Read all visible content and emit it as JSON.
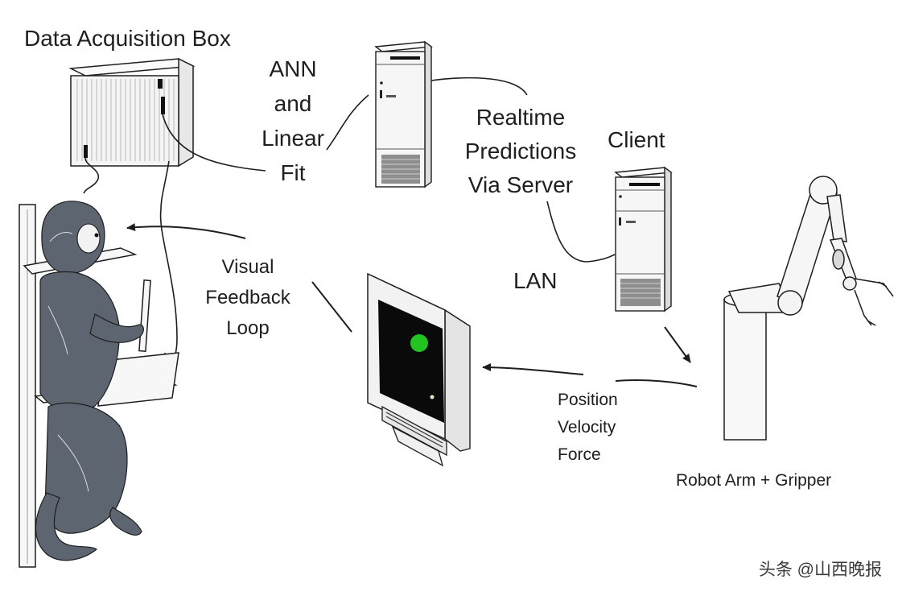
{
  "labels": {
    "data_acquisition": "Data Acquisition Box",
    "ann_fit": [
      "ANN",
      "and",
      "Linear",
      "Fit"
    ],
    "realtime": [
      "Realtime",
      "Predictions",
      "Via Server"
    ],
    "client": "Client",
    "lan": "LAN",
    "visual_feedback": [
      "Visual",
      "Feedback",
      "Loop"
    ],
    "position_velocity_force": [
      "Position",
      "Velocity",
      "Force"
    ],
    "robot_arm": "Robot Arm + Gripper"
  },
  "watermark": "头条 @山西晚报",
  "colors": {
    "line": "#1e1e1e",
    "monkey_fur": "#5c6570",
    "monitor_screen": "#0a0a0a",
    "target_dot": "#22c422",
    "box_face": "#f4f4f4"
  }
}
